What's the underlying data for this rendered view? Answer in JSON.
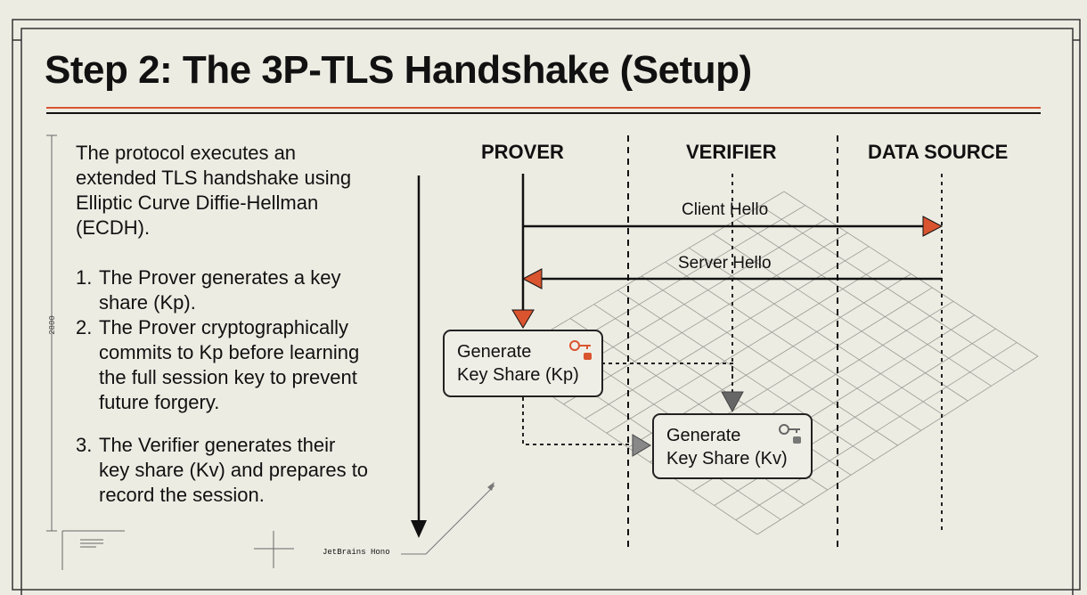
{
  "title": "Step 2: The 3P-TLS Handshake (Setup)",
  "intro": "The protocol executes an extended TLS handshake using Elliptic Curve Diffie-Hellman (ECDH).",
  "steps": [
    {
      "num": "1.",
      "text": "The Prover generates a key share (Kp)."
    },
    {
      "num": "2.",
      "text": "The Prover cryptographically commits to Kp before learning the full session key to prevent future forgery."
    },
    {
      "num": "3.",
      "text": "The Verifier generates their key share (Kv) and prepares to record the session."
    }
  ],
  "columns": {
    "prover": "PROVER",
    "verifier": "VERIFIER",
    "data_source": "DATA SOURCE"
  },
  "messages": {
    "client_hello": "Client Hello",
    "server_hello": "Server Hello"
  },
  "boxes": {
    "kp": {
      "line1": "Generate",
      "line2": "Key Share (Kp)"
    },
    "kv": {
      "line1": "Generate",
      "line2": "Key Share (Kv)"
    }
  },
  "annotations": {
    "font_label": "JetBrains Hono",
    "ruler": "2800"
  },
  "colors": {
    "accent": "#d9542f",
    "background": "#edece3",
    "ink": "#111111"
  }
}
